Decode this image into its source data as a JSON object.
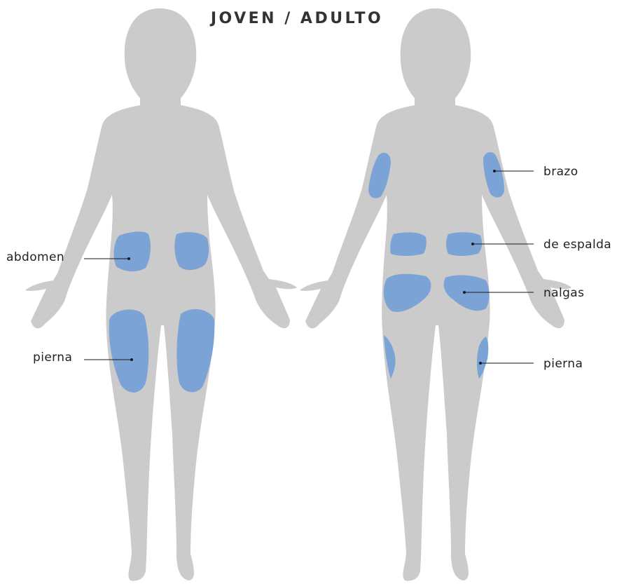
{
  "title": "JOVEN / ADULTO",
  "colors": {
    "body": "#cbcbcb",
    "site": "#7ba3d6",
    "text": "#222222",
    "title": "#333333"
  },
  "labels": {
    "front_abdomen": "abdomen",
    "front_leg": "pierna",
    "back_arm": "brazo",
    "back_lower_back": "de espalda",
    "back_buttocks": "nalgas",
    "back_leg": "pierna"
  }
}
